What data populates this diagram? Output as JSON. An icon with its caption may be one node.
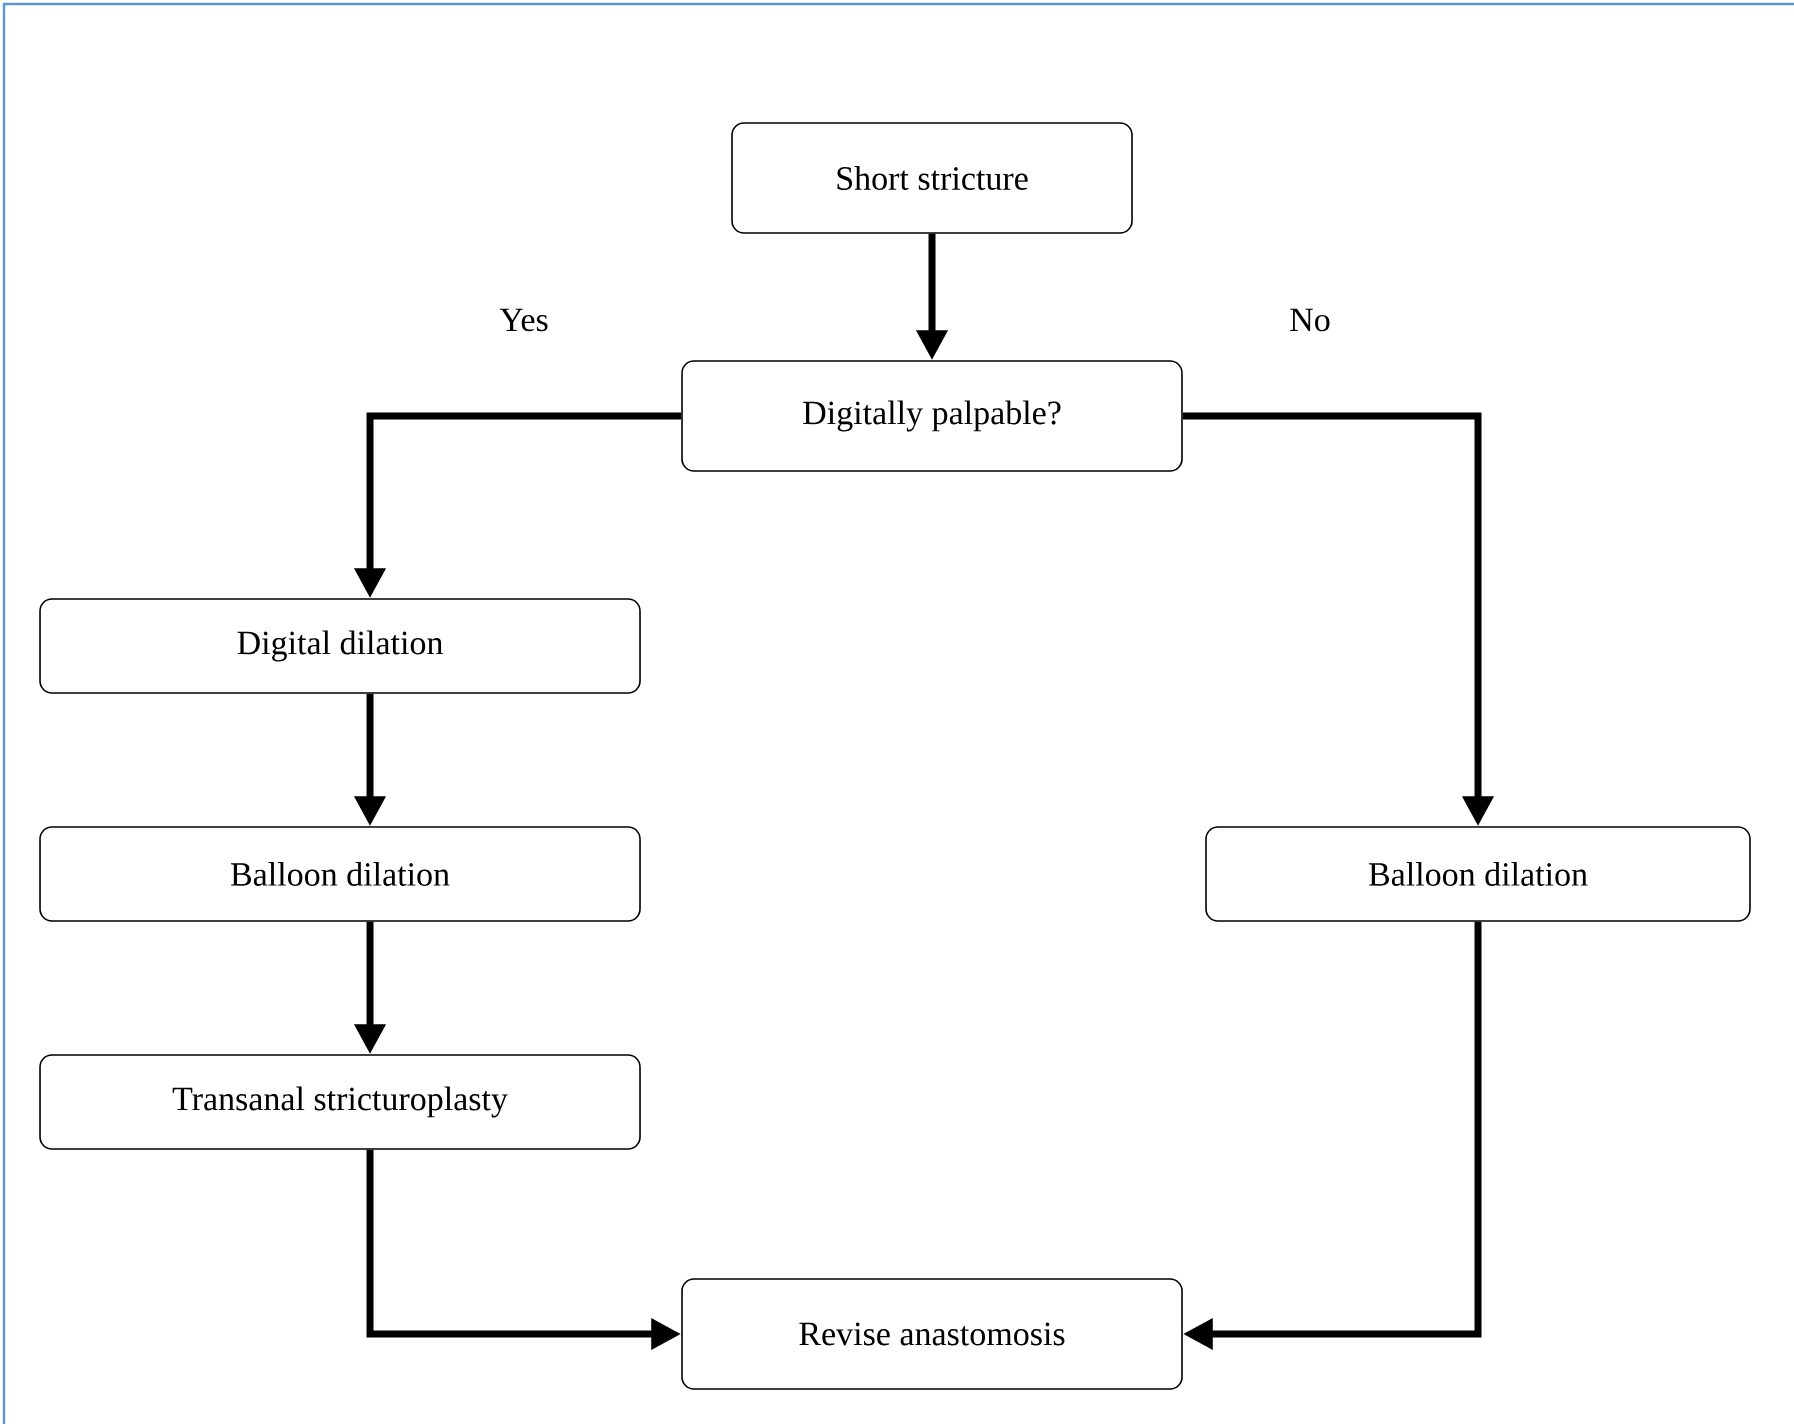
{
  "diagram": {
    "nodes": [
      {
        "text": [
          "Short stricture"
        ]
      },
      {
        "text": [
          "Digitally palpable?"
        ]
      },
      {
        "text": [
          "Digital dilation"
        ]
      },
      {
        "text": [
          "Balloon dilation"
        ]
      },
      {
        "text": [
          "Transanal stricturoplasty"
        ]
      },
      {
        "text": [
          "Balloon dilation"
        ]
      },
      {
        "text": [
          "Revise anastomosis"
        ]
      }
    ],
    "edges": [
      {
        "from": 0,
        "to": 1,
        "arrow": "to"
      },
      {
        "from": 1,
        "to": 2,
        "arrow": "to",
        "label": "Yes"
      },
      {
        "from": 1,
        "to": 5,
        "arrow": "to",
        "label": "No"
      },
      {
        "from": 2,
        "to": 3,
        "arrow": "to"
      },
      {
        "from": 3,
        "to": 4,
        "arrow": "to"
      },
      {
        "from": 4,
        "to": 6,
        "arrow": "to"
      },
      {
        "from": 5,
        "to": 6,
        "arrow": "to"
      }
    ]
  }
}
